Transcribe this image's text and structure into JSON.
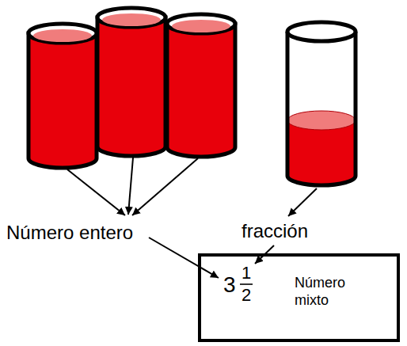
{
  "diagram": {
    "nodes": [
      {
        "text": [
          "3",
          "1",
          "2",
          "Número mixto"
        ]
      }
    ],
    "labels": [
      "Número entero",
      "fracción"
    ]
  }
}
